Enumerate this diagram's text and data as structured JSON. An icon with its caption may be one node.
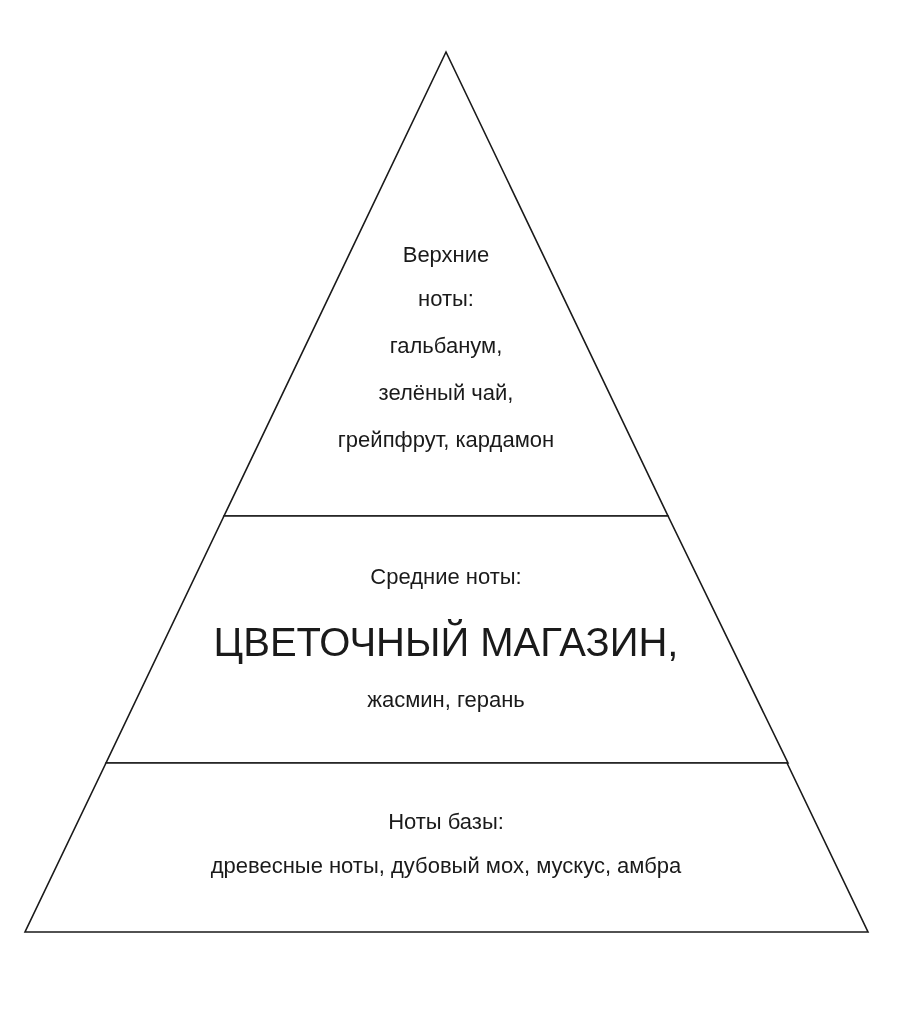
{
  "diagram": {
    "nodes": [
      {
        "text": [
          "Верхние ноты:",
          "гальбанум, зелёный чай, грейпфрут, кардамон"
        ]
      },
      {
        "text": [
          "Средние ноты:",
          "ЦВЕТОЧНЫЙ МАГАЗИН,",
          "жасмин, герань"
        ]
      },
      {
        "text": [
          "Ноты базы:",
          "древесные ноты, дубовый мох, мускус, амбра"
        ]
      }
    ]
  }
}
